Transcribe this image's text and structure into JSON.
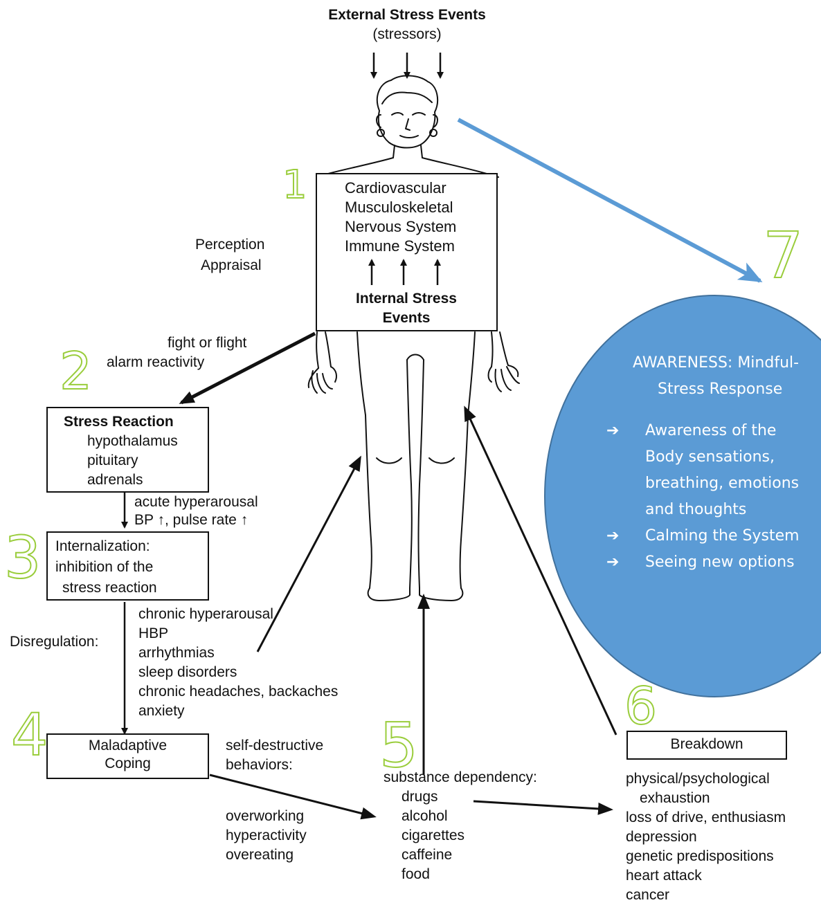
{
  "diagram": {
    "external_title": "External Stress Events",
    "external_sub": "(stressors)",
    "systems": [
      "Cardiovascular",
      "Musculoskeletal",
      "Nervous System",
      "Immune System"
    ],
    "internal_events": [
      "Internal Stress",
      "Events"
    ],
    "perception": [
      "Perception",
      "Appraisal"
    ],
    "fight_flight": [
      "fight or flight",
      "alarm reactivity"
    ],
    "stress_reaction": {
      "title": "Stress Reaction",
      "lines": [
        "hypothalamus",
        "pituitary",
        "adrenals"
      ]
    },
    "hyperarousal": [
      "acute hyperarousal",
      "BP ↑, pulse rate ↑"
    ],
    "internalization": [
      "Internalization:",
      "inhibition of the",
      "stress reaction"
    ],
    "disregulation_label": "Disregulation:",
    "chronic": [
      "chronic hyperarousal",
      "HBP",
      "arrhythmias",
      "sleep disorders",
      "chronic headaches, backaches",
      "anxiety"
    ],
    "maladaptive": [
      "Maladaptive",
      "Coping"
    ],
    "self_destructive": [
      "self-destructive",
      "behaviors:"
    ],
    "behaviors": [
      "overworking",
      "hyperactivity",
      "overeating"
    ],
    "substance_title": "substance dependency:",
    "substances": [
      "drugs",
      "alcohol",
      "cigarettes",
      "caffeine",
      "food"
    ],
    "breakdown_title": "Breakdown",
    "breakdown_list": [
      "physical/psychological",
      "exhaustion",
      "loss of drive, enthusiasm",
      "depression",
      "genetic predispositions",
      "heart attack",
      "cancer"
    ],
    "step_numbers": [
      "1",
      "2",
      "3",
      "4",
      "5",
      "6",
      "7"
    ],
    "awareness": {
      "title": [
        "AWARENESS: Mindful-",
        "Stress Response"
      ],
      "bullets": [
        "Awareness of the Body sensations, breathing, emotions and thoughts",
        "Calming the System",
        "Seeing new options"
      ],
      "bullet_glyph": "➔"
    },
    "colors": {
      "circle_fill": "#5b9bd5",
      "circle_stroke": "#41719c",
      "blue_arrow": "#5b9bd5",
      "number_stroke": "#9acd3c",
      "ink": "#111111"
    }
  }
}
